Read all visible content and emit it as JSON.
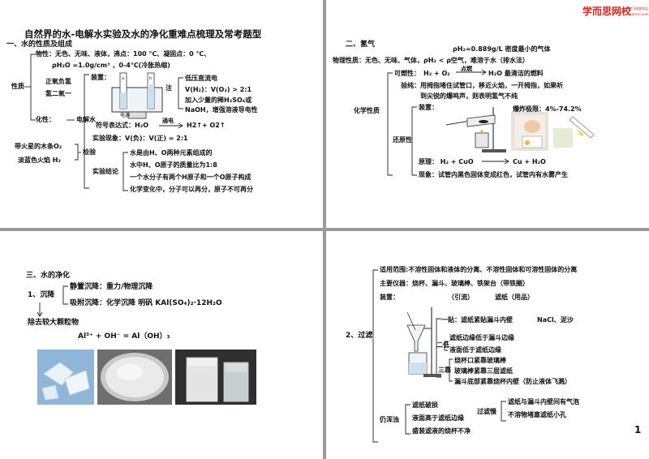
{
  "slide1": {
    "title": "自然界的水-电解水实验及水的净化重难点梳理及常考题型",
    "section": "一、水的性质及组成",
    "physical": "物性：无色、无味、液体，沸点：100 ℃、凝固点：0 ℃、",
    "density": "ρH₂O =1.0g/cm³ ，0-4℃(冷胀热缩)",
    "label_property": "性质",
    "pos_neg": "正氧负氢",
    "hydrogen_two_one": "氢二氧一",
    "apparatus": "装置：",
    "note_label": "注",
    "note_1": "低压直流电",
    "note_2": "V(H₂)：V(O₂) > 2:1",
    "note_3": "加入少量的稀H₂SO₄或",
    "note_4": "NaOH，增强溶液导电性",
    "chemical": "化性：",
    "electrolysis": "电解水",
    "power_label": "电源",
    "symbol_expr": "符号表达式：H₂O",
    "arrow_label": "通电",
    "products": "H2↑+ O2↑",
    "phenomenon": "实验现象：V(负)：V(正) = 2:1",
    "test_o2": "带火星的木条O₂",
    "test_h2": "淡蓝色火焰 H₂",
    "test_label": "检验",
    "conclusion_label": "实验结论",
    "conclusion_1": "水是由H、O两种元素组成的",
    "conclusion_2": "水中H、O原子的质量比为1:8",
    "conclusion_3": "一个水分子有两个H原子和一个O原子构成",
    "conclusion_4": "化学变化中，分子可以再分，原子不可再分"
  },
  "slide2": {
    "logo_text": "学而思网校",
    "logo_small": "学习改变命运",
    "logo_url": "xueersi.com",
    "section": "二、氢气",
    "density": "ρH₂=0.889g/L     密度最小的气体",
    "physical": "物理性质：无色、无味、气体，ρH₂ < ρ空气，难溶于水（排水法）",
    "flammable": "可燃性：",
    "flammable_eq_left": "H₂ + O₂",
    "ignite": "点燃",
    "flammable_eq_right": "H₂O   最清洁的燃料",
    "chem_label": "化学性质",
    "purity_1": "验纯：用拇指堵住试管口，移近火焰，一开拇指，如果听",
    "purity_2": "到尖锐的爆鸣声，则表明氢气不纯",
    "apparatus": "装置：",
    "explosion": "爆炸极限：4%-74.2%",
    "reducing": "还原性",
    "principle_left": "原理：  H₂ + CuO",
    "principle_right": "Cu + H₂O",
    "phenomenon": "现象：试管内黑色固体变成红色，试管内有水雾产生"
  },
  "slide3": {
    "section": "三、水的净化",
    "step": "1、沉降",
    "static": "静置沉降：重力/物理沉降",
    "adsorb": "吸附沉降：化学沉降    明矾 KAl(SO₄)₂·12H₂O",
    "remove": "除去较大颗粒物",
    "equation": "Al³⁺ + OH⁻ = Al（OH）₃"
  },
  "slide4": {
    "step": "2、过滤",
    "scope": "适用范围:不溶性固体和液体的分离、不溶性固体和可溶性固体的分离",
    "instruments": "主要仪器：烧杯、漏斗、玻璃棒、铁架台（带铁圈）",
    "apparatus": "装置：",
    "guide": "（引流）",
    "paper": "滤纸（用品）",
    "one_stick": "一贴：滤纸紧贴漏斗内壁",
    "salt": "NaCl、泥沙",
    "two_low": "二低",
    "two_low_1": "滤纸边缘低于漏斗边缘",
    "two_low_2": "液面低于滤纸边缘",
    "three_rely": "三靠",
    "three_1": "烧杯口紧靠玻璃棒",
    "three_2": "玻璃棒紧靠三层滤纸",
    "three_3": "漏斗底部紧靠烧杯内壁（防止液体飞溅）",
    "still_turbid": "仍浑浊",
    "turbid_1": "滤纸破损",
    "turbid_2": "液面高于滤纸边缘",
    "turbid_3": "盛装滤液的烧杯不净",
    "slow": "过滤慢",
    "slow_1": "滤纸与漏斗内壁间有气泡",
    "slow_2": "不溶物堵塞滤纸小孔",
    "page_number": "1"
  },
  "colors": {
    "logo_red": "#d9261c",
    "background_gray": "#9a9a9a"
  }
}
